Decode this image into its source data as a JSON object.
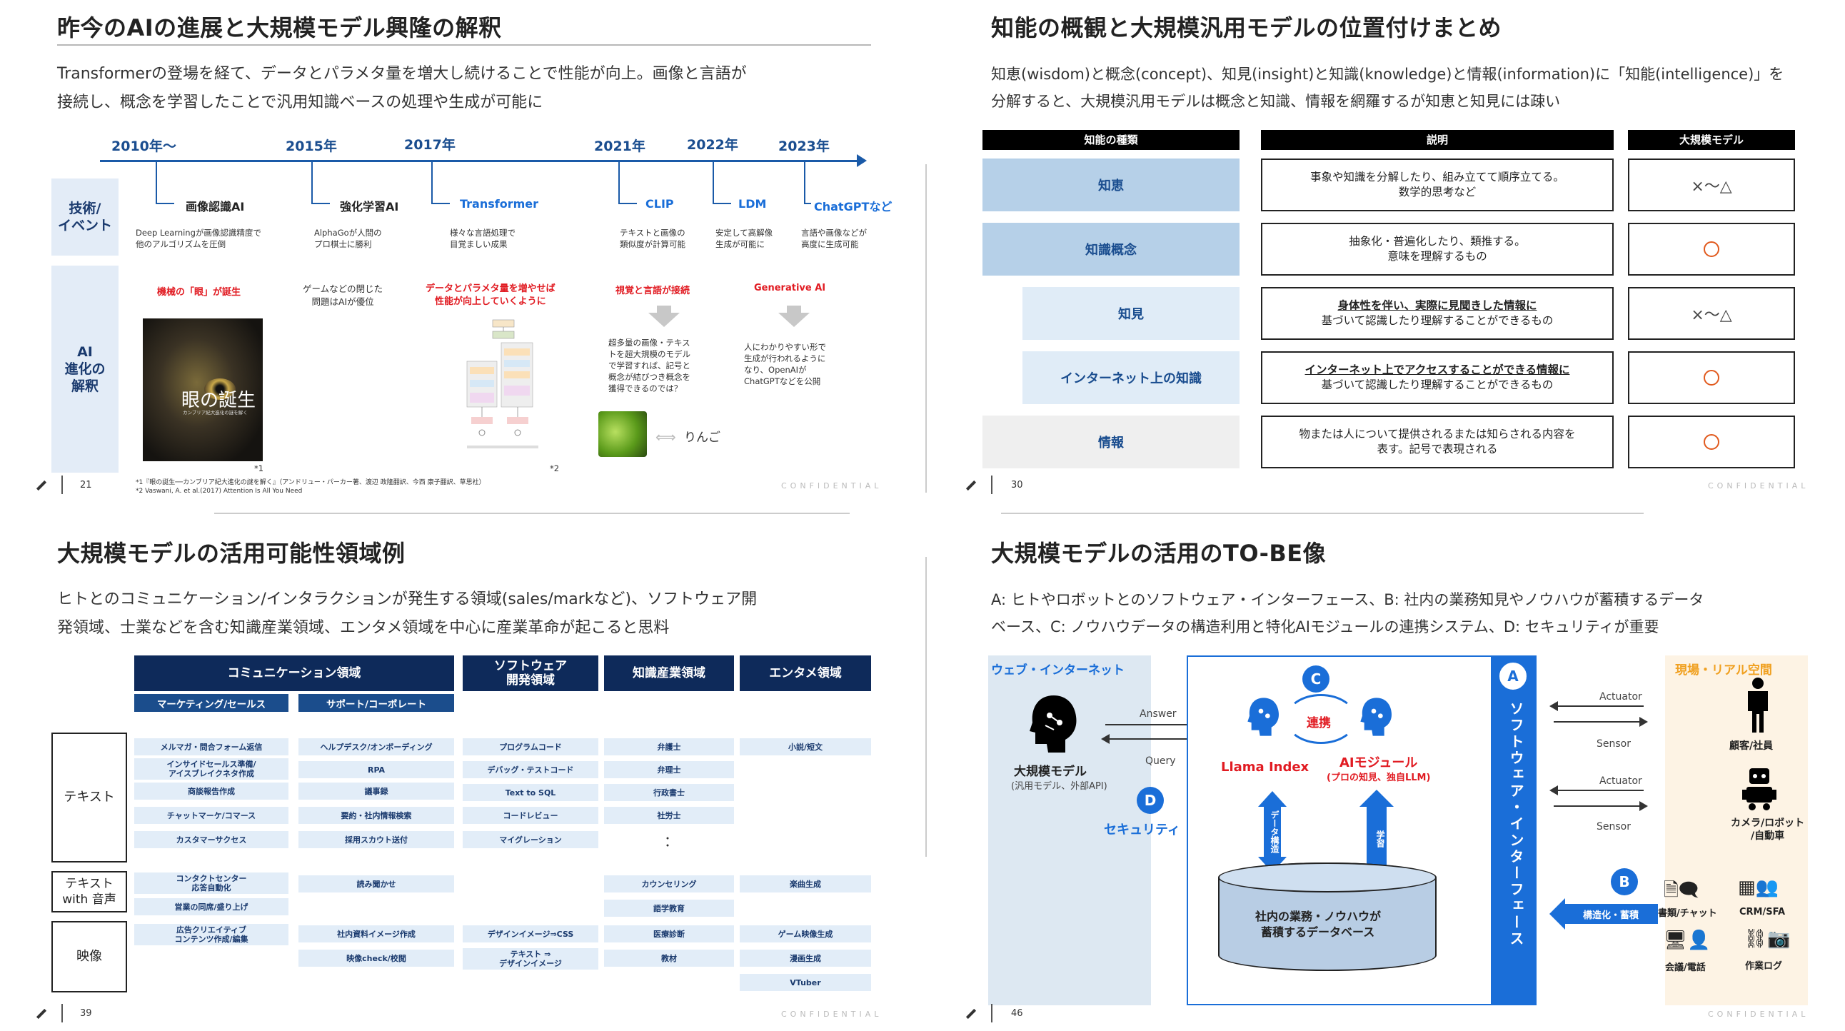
{
  "slide1": {
    "title": "昨今のAIの進展と大規模モデル興隆の解釈",
    "subtitle_line1": "Transformerの登場を経て、データとパラメタ量を増大し続けることで性能が向上。画像と言語が",
    "subtitle_line2": "接続し、概念を学習したことで汎用知識ベースの処理や生成が可能に",
    "years": [
      "2010年〜",
      "2015年",
      "2017年",
      "2021年",
      "2022年",
      "2023年"
    ],
    "events": [
      "画像認識AI",
      "強化学習AI",
      "Transformer",
      "CLIP",
      "LDM",
      "ChatGPTなど"
    ],
    "event_desc": [
      [
        "Deep Learningが画像認識精度で",
        "他のアルゴリズムを圧倒"
      ],
      [
        "AlphaGoが人間の",
        "プロ棋士に勝利"
      ],
      [
        "様々な言語処理で",
        "目覚ましい成果"
      ],
      [
        "テキストと画像の",
        "類似度が計算可能"
      ],
      [
        "安定して高解像",
        "生成が可能に"
      ],
      [
        "言語や画像などが",
        "高度に生成可能"
      ]
    ],
    "row_label_tech": "技術/\nイベント",
    "row_label_ai": "AI\n進化の\n解釈",
    "ai_heads": [
      "機械の「眼」が誕生",
      "ゲームなどの閉じた\n問題はAIが優位",
      "データとパラメタ量を増やせば\n性能が向上していくように",
      "視覚と言語が接続",
      "Generative AI"
    ],
    "book_title": "眼の誕生",
    "book_sub": "カンブリア紀大進化の謎を解く",
    "note1": "*1",
    "note2": "*2",
    "clip_text": [
      "超多量の画像・テキス",
      "トを超大規模のモデル",
      "で学習すれば、記号と",
      "概念が結びつき概念を",
      "獲得できるのでは？"
    ],
    "genai_text": [
      "人にわかりやすい形で",
      "生成が行われるように",
      "なり、OpenAIが",
      "ChatGPTなどを公開"
    ],
    "apple_label": "りんご",
    "page": "21",
    "confidential": "CONFIDENTIAL",
    "footnote1": "*1『眼の誕生──カンブリア紀大進化の謎を解く』（アンドリュー・パーカー著、渡辺 政隆翻訳、今西 康子翻訳、草思社）",
    "footnote2": "*2 Vaswani, A. et al.(2017) Attention Is All You Need"
  },
  "slide2": {
    "title": "知能の概観と大規模汎用モデルの位置付けまとめ",
    "subtitle_line1": "知恵(wisdom)と概念(concept)、知見(insight)と知識(knowledge)と情報(information)に「知能(intelligence)」を",
    "subtitle_line2": "分解すると、大規模汎用モデルは概念と知識、情報を網羅するが知恵と知見には疎い",
    "headers": [
      "知能の種類",
      "説明",
      "大規模モデル"
    ],
    "rows": [
      {
        "type": "知恵",
        "desc1": "事象や知識を分解したり、組み立てて順序立てる。",
        "desc2": "数学的思考など",
        "mark": "×〜△"
      },
      {
        "type": "知識概念",
        "desc1": "抽象化・普遍化したり、類推する。",
        "desc2": "意味を理解するもの",
        "mark": "○"
      },
      {
        "type": "知見",
        "desc1": "身体性を伴い、実際に見聞きした情報に",
        "desc2": "基づいて認識したり理解することができるもの",
        "mark": "×〜△"
      },
      {
        "type": "インターネット上の知識",
        "desc1": "インターネット上でアクセスすることができる情報に",
        "desc2": "基づいて認識したり理解することができるもの",
        "mark": "○"
      },
      {
        "type": "情報",
        "desc1": "物または人について提供されるまたは知らされる内容を",
        "desc2": "表す。記号で表現される",
        "mark": "○"
      }
    ],
    "page": "30",
    "confidential": "CONFIDENTIAL"
  },
  "slide3": {
    "title": "大規模モデルの活用可能性領域例",
    "subtitle_line1": "ヒトとのコミュニケーション/インタラクションが発生する領域(sales/markなど)、ソフトウェア開",
    "subtitle_line2": "発領域、士業などを含む知識産業領域、エンタメ領域を中心に産業革命が起こると思料",
    "col_headers": [
      "コミュニケーション領域",
      "ソフトウェア\n開発領域",
      "知識産業領域",
      "エンタメ領域"
    ],
    "sub_headers": [
      "マーケティング/セールス",
      "サポート/コーポレート"
    ],
    "row_labels": [
      "テキスト",
      "テキスト\nwith 音声",
      "映像"
    ],
    "col1": [
      "メルマガ・問合フォーム返信",
      "インサイドセールス準備/\nアイスブレイクネタ作成",
      "商談報告作成",
      "チャットマーケ/コマース",
      "カスタマーサクセス",
      "コンタクトセンター\n応答自動化",
      "営業の同席/盛り上げ",
      "広告クリエイティブ\nコンテンツ作成/編集"
    ],
    "col2": [
      "ヘルプデスク/オンボーディング",
      "RPA",
      "議事録",
      "要約・社内情報検索",
      "採用スカウト送付",
      "読み聞かせ",
      "社内資料イメージ作成",
      "映像check/校閲"
    ],
    "col3": [
      "プログラムコード",
      "デバッグ・テストコード",
      "Text to SQL",
      "コードレビュー",
      "マイグレーション",
      "デザインイメージ⇒CSS",
      "テキスト ⇒\nデザインイメージ"
    ],
    "col4": [
      "弁護士",
      "弁理士",
      "行政書士",
      "社労士",
      "：",
      "カウンセリング",
      "語学教育",
      "医療診断",
      "教材"
    ],
    "col5": [
      "小説/短文",
      "楽曲生成",
      "ゲーム映像生成",
      "漫画生成",
      "VTuber"
    ],
    "page": "39",
    "confidential": "CONFIDENTIAL"
  },
  "slide4": {
    "title": "大規模モデルの活用のTO-BE像",
    "subtitle_line1": "A: ヒトやロボットとのソフトウェア・インターフェース、B: 社内の業務知見やノウハウが蓄積するデータ",
    "subtitle_line2": "ベース、C: ノウハウデータの構造利用と特化AIモジュールの連携システム、D: セキュリティが重要",
    "web_label": "ウェブ・インターネット",
    "real_label": "現場・リアル空間",
    "large_model": "大規模モデル",
    "large_model_sub": "(汎用モデル、外部API)",
    "answer": "Answer",
    "query": "Query",
    "security": "セキュリティ",
    "llama": "Llama Index",
    "ai_module": "AIモジュール",
    "ai_module_sub": "(プロの知見、独自LLM)",
    "renkei": "連携",
    "data_struct": "データ構造",
    "learning": "学習",
    "db_text1": "社内の業務・ノウハウが",
    "db_text2": "蓄積するデータベース",
    "software_if": "ソフトウェア・インターフェース",
    "actuator": "Actuator",
    "sensor": "Sensor",
    "customer": "顧客/社員",
    "camera": "カメラ/ロボット\n/自動車",
    "docs": "書類/チャット",
    "crm": "CRM/SFA",
    "meeting": "会議/電話",
    "worklog": "作業ログ",
    "structuring": "構造化・蓄積",
    "badges": [
      "A",
      "B",
      "C",
      "D"
    ],
    "page": "46",
    "confidential": "CONFIDENTIAL"
  }
}
